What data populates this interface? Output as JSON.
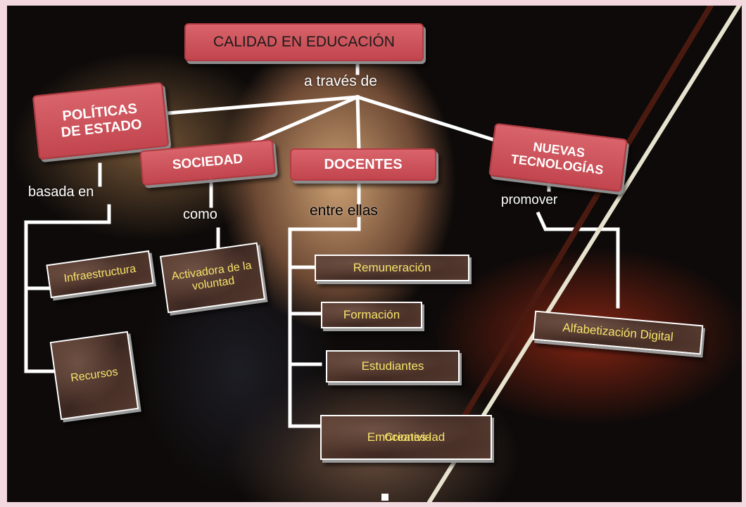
{
  "title": "CALIDAD EN EDUCACIÓN",
  "connectors": {
    "a_traves_de": "a través de",
    "basada_en": "basada en",
    "como": "como",
    "entre_ellas": "entre ellas",
    "promover": "promover"
  },
  "red_nodes": {
    "politicas": [
      "POLÍTICAS",
      "DE ESTADO"
    ],
    "sociedad": "SOCIEDAD",
    "docentes": "DOCENTES",
    "nuevas_tecnologias": [
      "NUEVAS",
      "TECNOLOGÍAS"
    ]
  },
  "leaf_nodes": {
    "infraestructura": "Infraestructura",
    "recursos": "Recursos",
    "activadora": [
      "Activadora de",
      "la voluntad"
    ],
    "remuneracion": "Remuneración",
    "formacion": "Formación",
    "estudiantes": "Estudiantes",
    "emociones": [
      "Emociones-",
      "Creatividad"
    ],
    "alfabetizacion": "Alfabetización Digital"
  },
  "colors": {
    "red_box": "#c94a53",
    "marble_box": "#4a3128",
    "leaf_text": "#f7e36a",
    "connector_line": "#ffffff",
    "frame": "#f3d9df"
  }
}
